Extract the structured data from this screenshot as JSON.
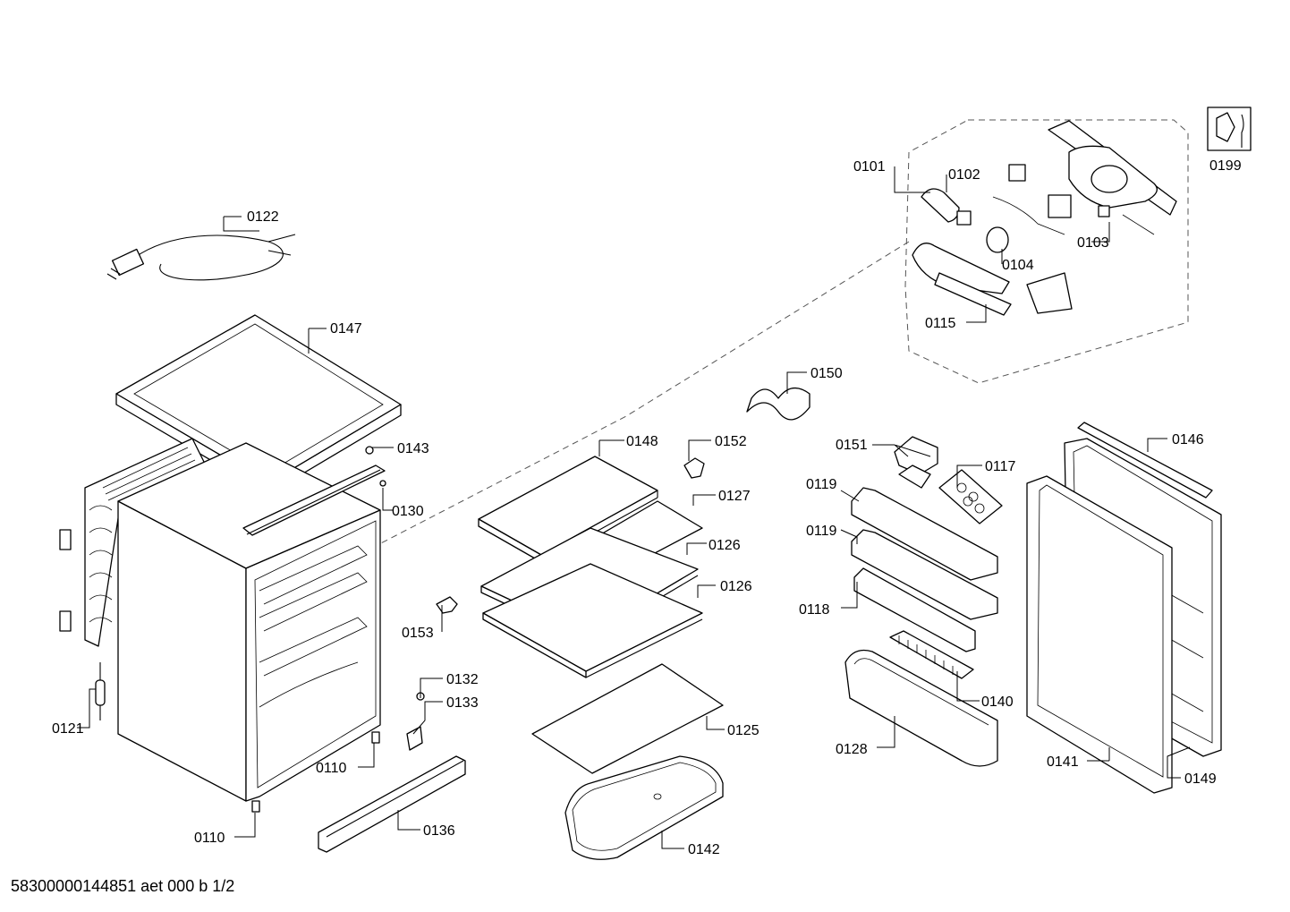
{
  "document_id": "58300000144851 aet 000 b 1/2",
  "parts": {
    "p0101": "0101",
    "p0102": "0102",
    "p0103": "0103",
    "p0104": "0104",
    "p0110a": "0110",
    "p0110b": "0110",
    "p0115": "0115",
    "p0117": "0117",
    "p0118": "0118",
    "p0119a": "0119",
    "p0119b": "0119",
    "p0121": "0121",
    "p0122": "0122",
    "p0125": "0125",
    "p0126a": "0126",
    "p0126b": "0126",
    "p0127": "0127",
    "p0128": "0128",
    "p0130": "0130",
    "p0132": "0132",
    "p0133": "0133",
    "p0136": "0136",
    "p0140": "0140",
    "p0141": "0141",
    "p0142": "0142",
    "p0143": "0143",
    "p0146": "0146",
    "p0147": "0147",
    "p0148": "0148",
    "p0149": "0149",
    "p0150": "0150",
    "p0151": "0151",
    "p0152": "0152",
    "p0153": "0153",
    "p0199": "0199"
  },
  "icons": {
    "service_kit": "wrench-nut-icon"
  }
}
